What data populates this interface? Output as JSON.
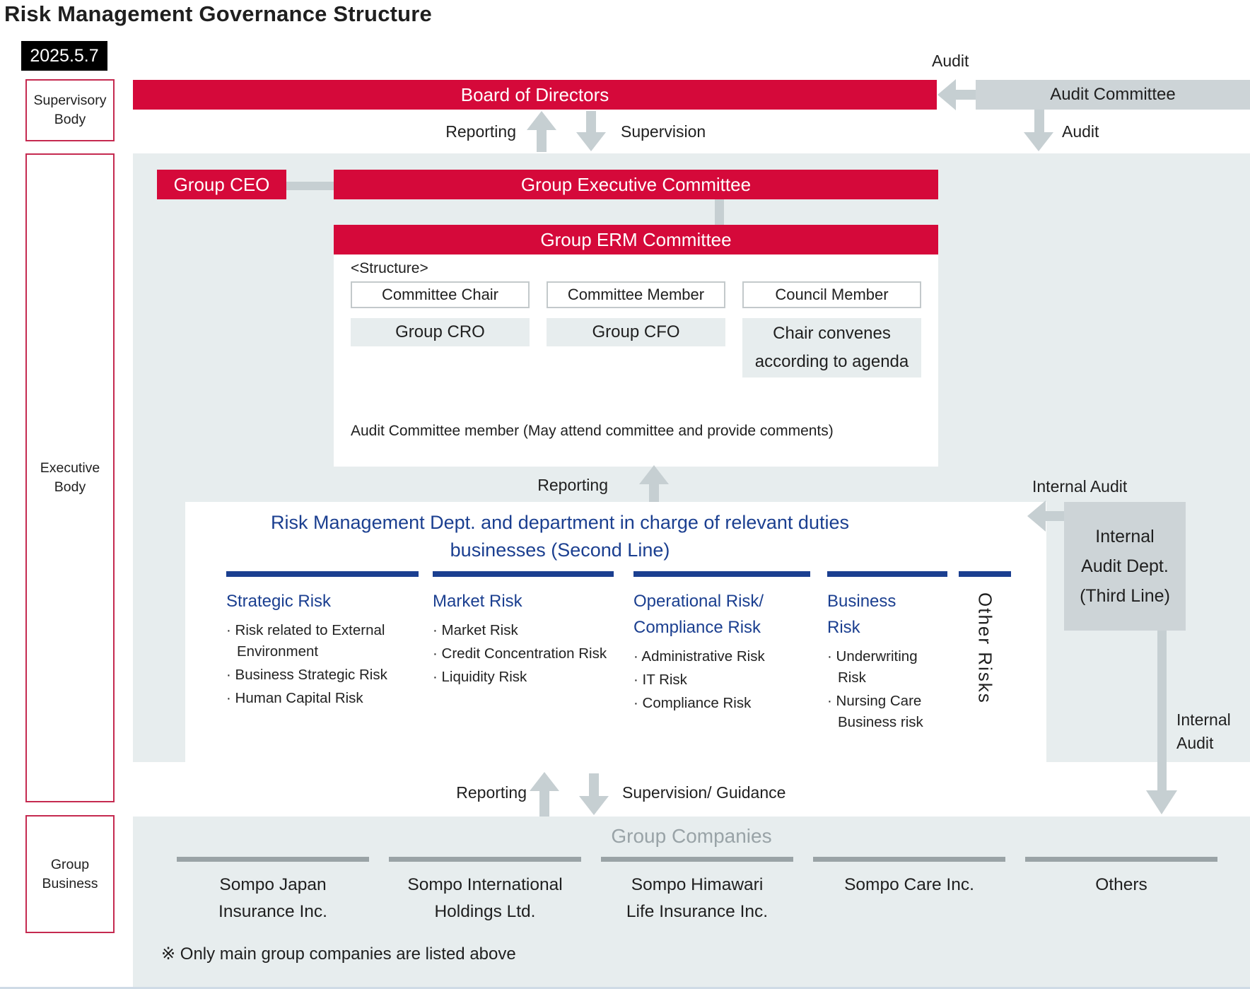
{
  "page": {
    "title": "Risk Management Governance Structure",
    "date": "2025.5.7"
  },
  "side_labels": {
    "supervisory": "Supervisory Body",
    "executive": "Executive Body",
    "group_business": "Group Business"
  },
  "top": {
    "board": "Board of Directors",
    "audit_committee": "Audit Committee",
    "audit_above": "Audit",
    "audit_below": "Audit",
    "reporting": "Reporting",
    "supervision": "Supervision"
  },
  "executive": {
    "group_ceo": "Group CEO",
    "group_executive_committee": "Group Executive Committee",
    "group_erm_committee": "Group ERM Committee",
    "structure_heading": "<Structure>",
    "roles": [
      {
        "title": "Committee Chair",
        "member": "Group CRO"
      },
      {
        "title": "Committee Member",
        "member": "Group CFO"
      },
      {
        "title": "Council Member",
        "member": "Chair convenes\naccording to agenda"
      }
    ],
    "note": "Audit Committee member (May attend committee and provide comments)",
    "reporting": "Reporting",
    "internal_audit": "Internal Audit"
  },
  "second_line": {
    "title": "Risk Management Dept. and department in charge of relevant duties\nbusinesses (Second Line)",
    "columns": [
      {
        "header": "Strategic Risk",
        "items": [
          "Risk related to External Environment",
          "Business Strategic Risk",
          "Human Capital Risk"
        ]
      },
      {
        "header": "Market Risk",
        "items": [
          "Market Risk",
          "Credit Concentration Risk",
          "Liquidity Risk"
        ]
      },
      {
        "header": "Operational Risk/\nCompliance Risk",
        "items": [
          "Administrative Risk",
          "IT Risk",
          "Compliance Risk"
        ]
      },
      {
        "header": "Business\nRisk",
        "items": [
          "Underwriting Risk",
          "Nursing Care Business risk"
        ]
      }
    ],
    "other_risks": "Other Risks"
  },
  "third_line": {
    "dept": "Internal\nAudit Dept.\n(Third Line)",
    "internal_audit": "Internal\nAudit"
  },
  "bottom": {
    "reporting": "Reporting",
    "supervision_guidance": "Supervision/ Guidance",
    "group_companies": "Group Companies",
    "companies": [
      "Sompo Japan\nInsurance Inc.",
      "Sompo International\nHoldings Ltd.",
      "Sompo Himawari\nLife Insurance Inc.",
      "Sompo Care Inc.",
      "Others"
    ],
    "footnote": "※ Only main group companies are listed above"
  },
  "colors": {
    "red": "#d5093a",
    "panel": "#e7edee",
    "boxgray": "#cdd4d7",
    "blue": "#1b3f90",
    "bar": "#9aa3a6",
    "labelgray": "#99a3a7",
    "arrow": "#c6cfd2",
    "bred": "#c52a50"
  }
}
